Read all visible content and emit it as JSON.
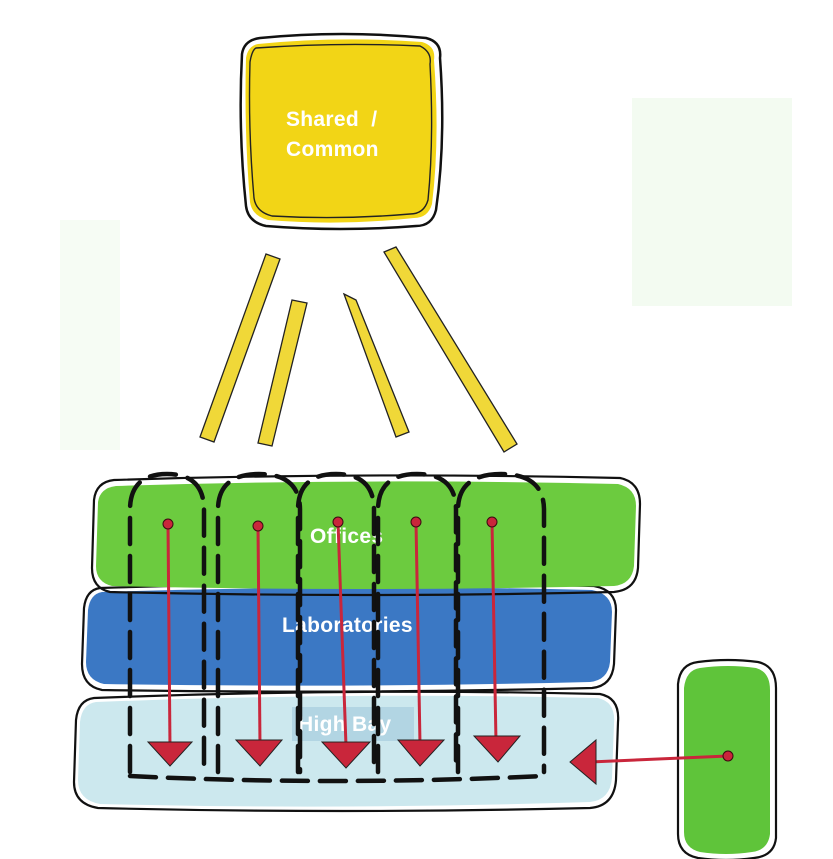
{
  "shared": {
    "line1": "Shared  /",
    "line2": "Common",
    "color": "#f2d516"
  },
  "offices": {
    "label": "Offices",
    "color": "#6ccb3f"
  },
  "laboratories": {
    "label": "Laboratories",
    "color": "#3b78c4"
  },
  "high_bay": {
    "label": "High Bay",
    "color": "#cce8ee"
  },
  "side_block": {
    "color": "#5fc43a"
  },
  "connector_color": "#f0d838",
  "arrow_color": "#c9263b"
}
